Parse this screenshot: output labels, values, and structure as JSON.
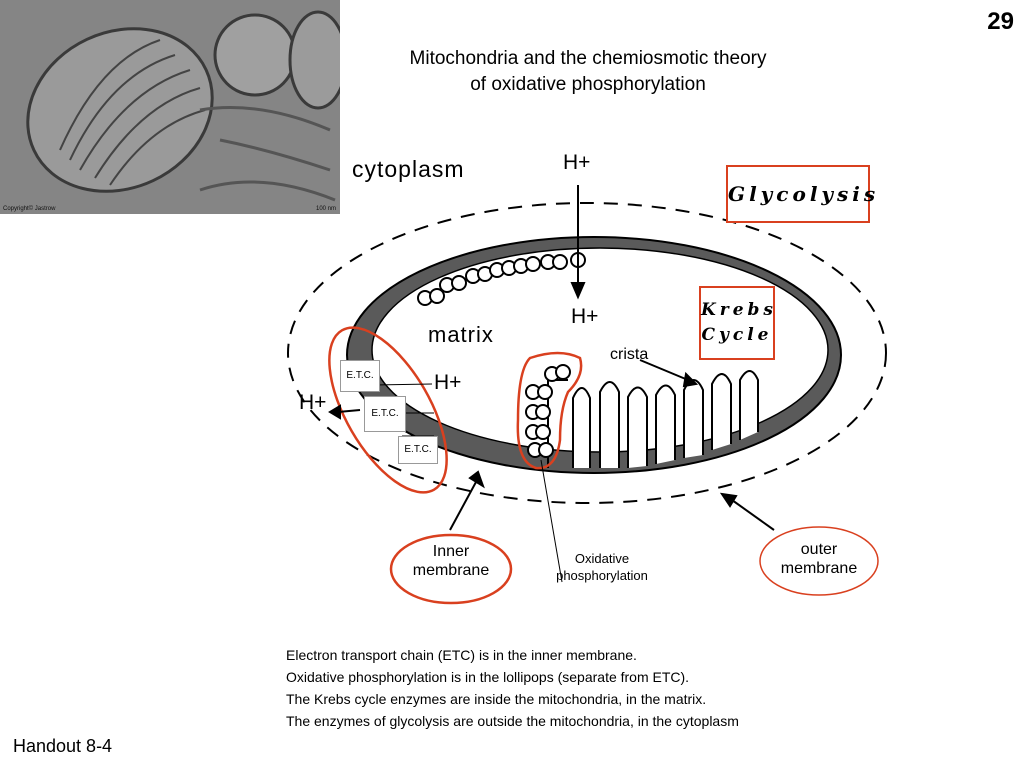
{
  "page_number": "29",
  "title": {
    "line1": "Mitochondria and the chemiosmotic theory",
    "line2": "of oxidative phosphorylation"
  },
  "micrograph": {
    "credit": "Copyright© Jastrow",
    "scale": "100 nm"
  },
  "diagram": {
    "cytoplasm": "cytoplasm",
    "matrix": "matrix",
    "crista": "crista",
    "hplus": [
      "H+",
      "H+",
      "H+",
      "H+"
    ],
    "etc": [
      "E.T.C.",
      "E.T.C.",
      "E.T.C."
    ],
    "glycolysis": "Glycolysis",
    "krebs": {
      "line1": "Krebs",
      "line2": "Cycle"
    },
    "inner_membrane": {
      "line1": "Inner",
      "line2": "membrane"
    },
    "outer_membrane": {
      "line1": "outer",
      "line2": "membrane"
    },
    "oxphos": {
      "line1": "Oxidative",
      "line2": "phosphorylation"
    }
  },
  "notes": [
    "Electron transport chain (ETC) is in the inner membrane.",
    "Oxidative phosphorylation is in the lollipops (separate from ETC).",
    "The Krebs cycle enzymes are inside  the mitochondria, in the matrix.",
    "The enzymes of glycolysis are outside the mitochondria, in the cytoplasm"
  ],
  "footer": "Handout 8-4",
  "colors": {
    "highlight": "#d9401f",
    "membrane": "#5a5a5a"
  }
}
